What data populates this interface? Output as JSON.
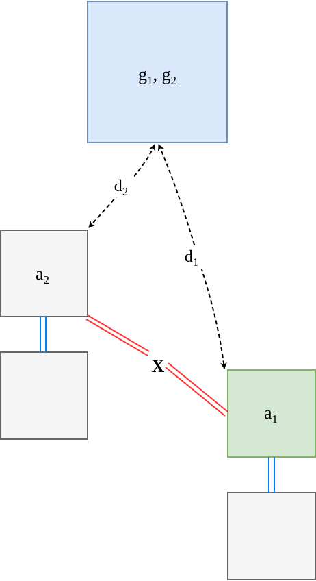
{
  "nodes": {
    "goal": {
      "base": "g",
      "sub1": "1",
      "sep": ", ",
      "base2": "g",
      "sub2": "2"
    },
    "agent2": {
      "base": "a",
      "sub": "2"
    },
    "agent1": {
      "base": "a",
      "sub": "1"
    }
  },
  "edges": {
    "d2": {
      "base": "d",
      "sub": "2"
    },
    "d1": {
      "base": "d",
      "sub": "1"
    },
    "blocked": {
      "mark": "X"
    }
  },
  "colors": {
    "goal_fill": "#dae8fc",
    "goal_stroke": "#6c8ebf",
    "agent1_fill": "#d5e8d4",
    "agent1_stroke": "#82b366",
    "plain_fill": "#f5f5f5",
    "plain_stroke": "#666666",
    "link_blue": "#007fff",
    "link_red": "#ff3333",
    "arrow": "#000000"
  }
}
